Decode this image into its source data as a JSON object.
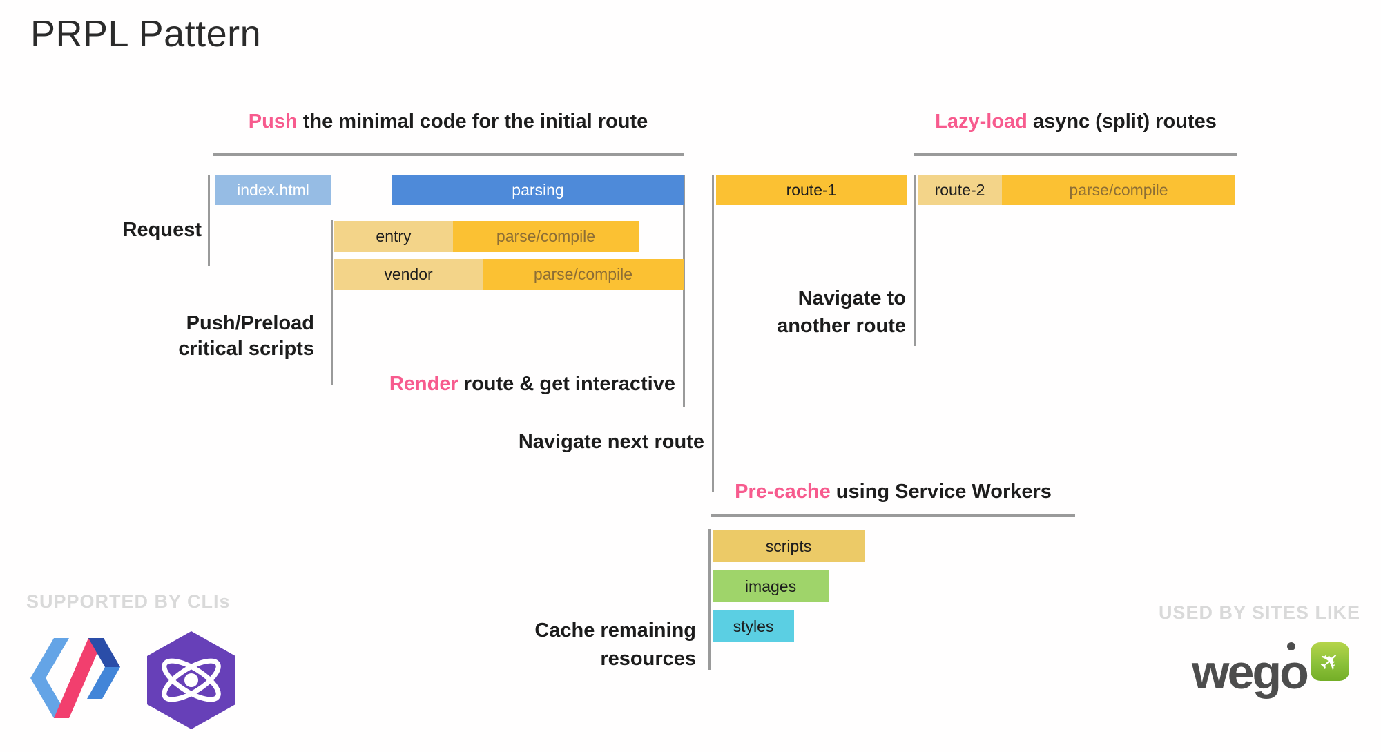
{
  "title": "PRPL Pattern",
  "headers": {
    "push": {
      "highlight": "Push",
      "rest": " the minimal code for the initial route"
    },
    "lazy_load": {
      "highlight": "Lazy-load",
      "rest": " async (split) routes"
    },
    "render": {
      "highlight": "Render",
      "rest": " route & get interactive"
    },
    "precache": {
      "highlight": "Pre-cache",
      "rest": " using Service Workers"
    }
  },
  "labels": {
    "request": "Request",
    "push_preload": {
      "line1": "Push/Preload",
      "line2": "critical scripts"
    },
    "navigate_another": {
      "line1": "Navigate to",
      "line2": "another route"
    },
    "navigate_next": "Navigate next route",
    "cache_remaining": {
      "line1": "Cache remaining",
      "line2": "resources"
    }
  },
  "bars": {
    "index_html": {
      "label": "index.html",
      "color": "#96bce4"
    },
    "parsing": {
      "label": "parsing",
      "color": "#4e8ad9"
    },
    "route1": {
      "label": "route-1",
      "color": "#fbc133"
    },
    "route2": {
      "label": "route-2",
      "color": "#f3d489"
    },
    "route2_parse": {
      "label": "parse/compile",
      "color": "#fbc133"
    },
    "entry": {
      "label": "entry",
      "color": "#f3d489"
    },
    "entry_parse": {
      "label": "parse/compile",
      "color": "#fbc133"
    },
    "vendor": {
      "label": "vendor",
      "color": "#f3d489"
    },
    "vendor_parse": {
      "label": "parse/compile",
      "color": "#fbc133"
    },
    "scripts": {
      "label": "scripts",
      "color": "#ecca67"
    },
    "images": {
      "label": "images",
      "color": "#9fd46a"
    },
    "styles": {
      "label": "styles",
      "color": "#5bcfe3"
    }
  },
  "footer": {
    "supported_by": "SUPPORTED BY CLIs",
    "used_by": "USED BY SITES LIKE",
    "wego": "wego",
    "wego_plane_icon": "airplane-icon"
  },
  "colors": {
    "accent_pink": "#f75b8e",
    "line_gray": "#9a9a9a"
  }
}
